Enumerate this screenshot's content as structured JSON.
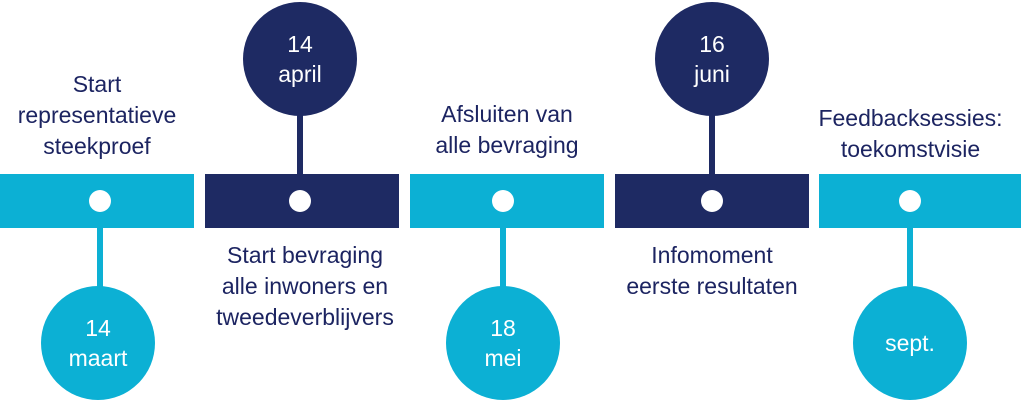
{
  "colors": {
    "light": "#0cb0d4",
    "dark": "#1e2a63",
    "text": "#1c2461"
  },
  "milestones": [
    {
      "label_lines": [
        "Start",
        "representatieve",
        "steekproef"
      ],
      "date_lines": [
        "14",
        "maart"
      ]
    },
    {
      "label_lines": [
        "Start bevraging",
        "alle inwoners en",
        "tweedeverblijvers"
      ],
      "date_lines": [
        "14",
        "april"
      ]
    },
    {
      "label_lines": [
        "Afsluiten van",
        "alle bevraging"
      ],
      "date_lines": [
        "18",
        "mei"
      ]
    },
    {
      "label_lines": [
        "Infomoment",
        "eerste resultaten"
      ],
      "date_lines": [
        "16",
        "juni"
      ]
    },
    {
      "label_lines": [
        "Feedbacksessies:",
        "toekomstvisie"
      ],
      "date_lines": [
        "sept."
      ]
    }
  ]
}
